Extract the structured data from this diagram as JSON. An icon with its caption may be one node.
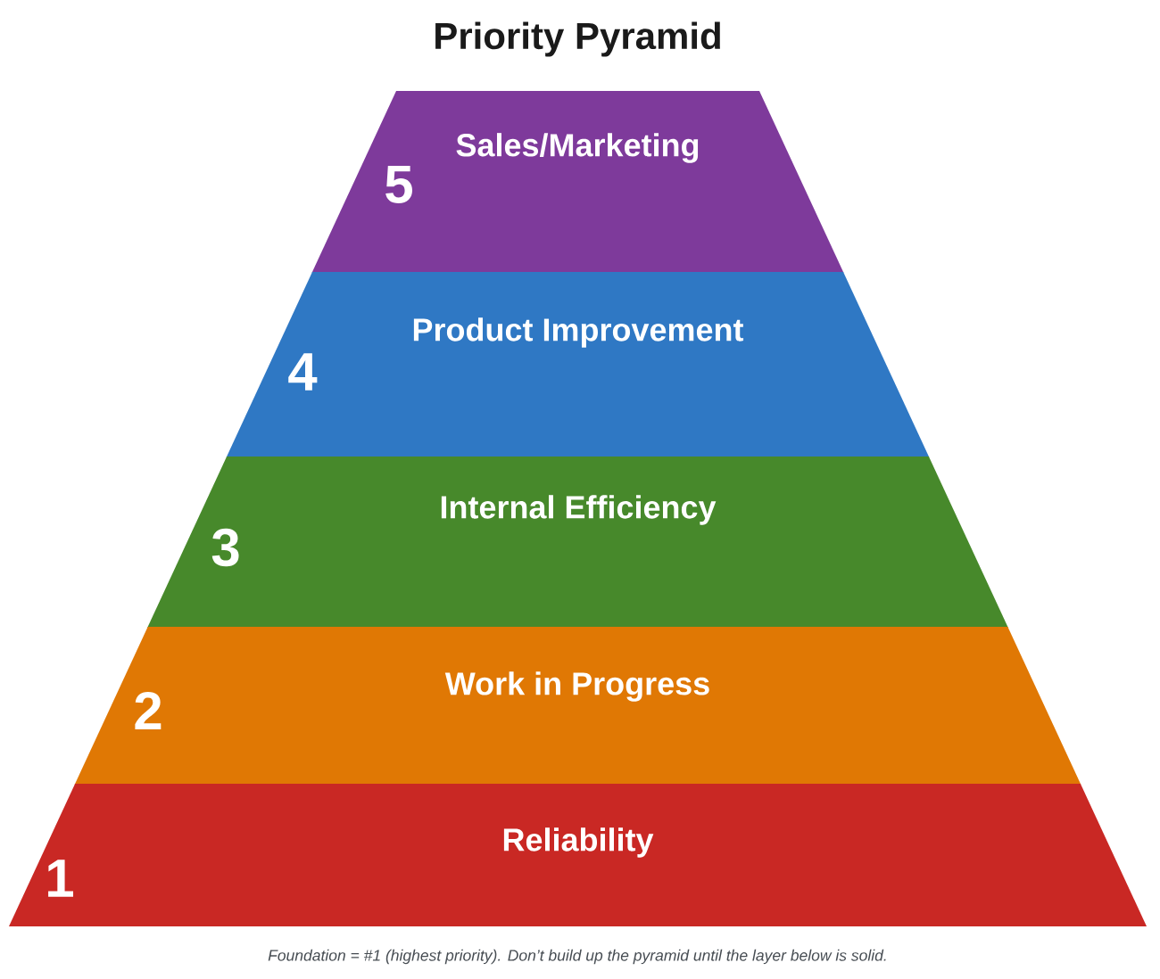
{
  "diagram": {
    "title": "Priority Pyramid",
    "caption": "Foundation = #1 (highest priority). Don’t build up the pyramid until the layer below is solid.",
    "nodes": [
      {
        "text": [
          "Sales/Marketing",
          "5"
        ]
      },
      {
        "text": [
          "Product Improvement",
          "4"
        ]
      },
      {
        "text": [
          "Internal Efficiency",
          "3"
        ]
      },
      {
        "text": [
          "Work in Progress",
          "2"
        ]
      },
      {
        "text": [
          "Reliability",
          "1"
        ]
      }
    ]
  }
}
